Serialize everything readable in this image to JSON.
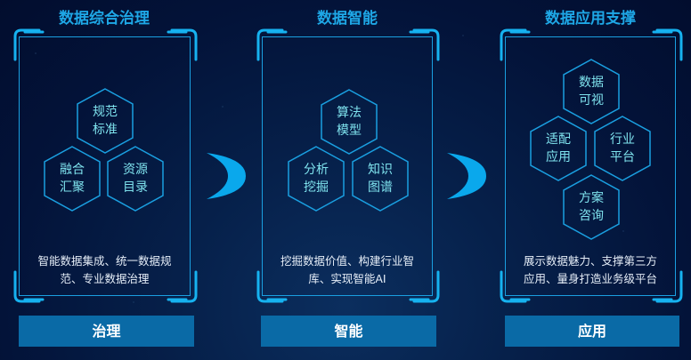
{
  "colors": {
    "accent": "#1ea7e6",
    "frame": "#1a9fe0",
    "bracket": "#16b2f0",
    "button": "#0a6aa6",
    "hex_text": "#7fe3ee",
    "crescent": "#0aa8ec"
  },
  "panels": [
    {
      "title": "数据综合治理",
      "hexagons": [
        {
          "line1": "规范",
          "line2": "标准"
        },
        {
          "line1": "融合",
          "line2": "汇聚"
        },
        {
          "line1": "资源",
          "line2": "目录"
        }
      ],
      "description_line1": "智能数据集成、统一数据规",
      "description_line2": "范、专业数据治理",
      "button_label": "治理"
    },
    {
      "title": "数据智能",
      "hexagons": [
        {
          "line1": "算法",
          "line2": "模型"
        },
        {
          "line1": "分析",
          "line2": "挖掘"
        },
        {
          "line1": "知识",
          "line2": "图谱"
        }
      ],
      "description_line1": "挖掘数据价值、构建行业智",
      "description_line2": "库、实现智能AI",
      "button_label": "智能"
    },
    {
      "title": "数据应用支撑",
      "hexagons": [
        {
          "line1": "数据",
          "line2": "可视"
        },
        {
          "line1": "适配",
          "line2": "应用"
        },
        {
          "line1": "行业",
          "line2": "平台"
        },
        {
          "line1": "方案",
          "line2": "咨询"
        }
      ],
      "description_line1": "展示数据魅力、支撑第三方",
      "description_line2": "应用、量身打造业务级平台",
      "button_label": "应用"
    }
  ],
  "connectors": [
    {
      "icon": "crescent-arrow-icon"
    },
    {
      "icon": "crescent-arrow-icon"
    }
  ]
}
